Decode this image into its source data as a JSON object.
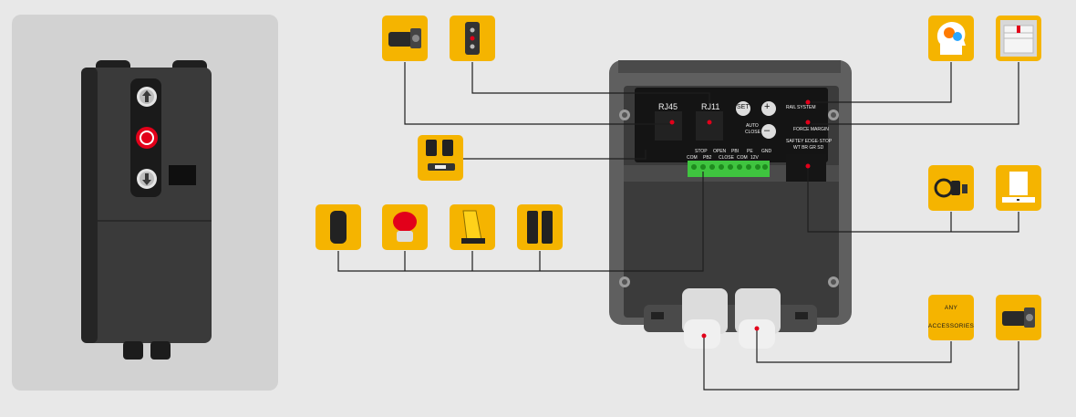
{
  "colors": {
    "accent": "#f5b400",
    "wire": "#1e1e1e",
    "indicator": "#e2001a",
    "terminal": "#3fc43f"
  },
  "control_box": {
    "icons": [
      "arrow-up-icon",
      "stop-icon",
      "arrow-down-icon"
    ]
  },
  "panel": {
    "rj45": "RJ45",
    "rj11": "RJ11",
    "set": "SET",
    "plus": "+",
    "minus": "–",
    "auto_close": [
      "AUTO",
      "CLOSE"
    ],
    "rail_system": [
      "RAIL",
      "SYSTEM"
    ],
    "force_margin": "FORCE MARGIN",
    "safety_header": "SAFTEY  EDGE·STOP",
    "safety_pins": "WT  BR  GR  SD",
    "terminal_top": [
      "STOP",
      "OPEN",
      "PBI",
      "PE",
      "GND"
    ],
    "terminal_bottom": [
      "COM",
      "PB2",
      "CLOSE",
      "COM",
      "12V"
    ]
  },
  "accessories": {
    "any_label": [
      "ANY",
      "ACCESSORIES"
    ],
    "icons": [
      "motor-drive-icon",
      "wall-switch-icon",
      "remote-control-icon",
      "photo-sensor-icon",
      "emergency-stop-icon",
      "key-switch-icon",
      "photocell-pair-icon",
      "smart-brain-icon",
      "rail-system-icon",
      "wireless-kit-icon",
      "safety-edge-icon",
      "motor-drive-icon"
    ]
  }
}
